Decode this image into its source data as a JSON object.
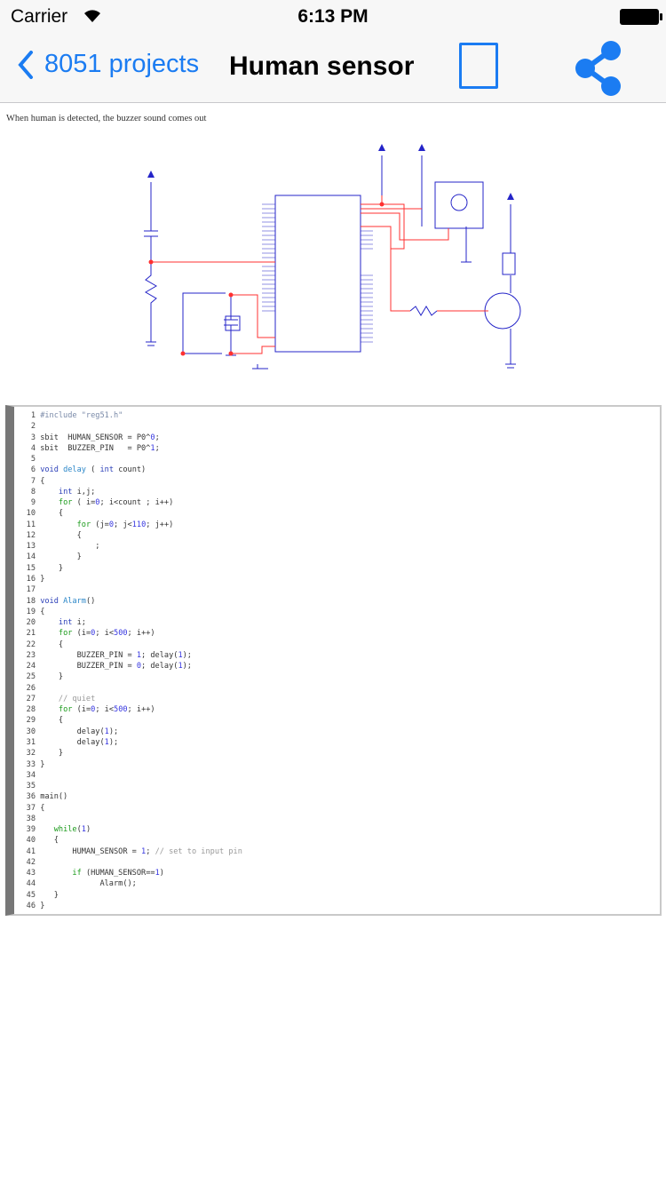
{
  "status_bar": {
    "carrier": "Carrier",
    "time": "6:13 PM"
  },
  "nav": {
    "back_label": "8051 projects",
    "title": "Human sensor",
    "icons": [
      "chevron-left-icon",
      "bookmark-icon",
      "share-icon"
    ]
  },
  "description": "When human is detected, the buzzer sound comes out",
  "colors": {
    "accent": "#1b7cf2",
    "wire": "#ff3030",
    "schematic": "#2424c8"
  },
  "code_lines": [
    [
      [
        "#include \"reg51.h\"",
        "pp"
      ]
    ],
    [],
    [
      [
        "sbit  HUMAN_SENSOR = P0^",
        ""
      ],
      [
        "0",
        "num"
      ],
      [
        ";",
        ""
      ]
    ],
    [
      [
        "sbit  BUZZER_PIN   = P0^",
        ""
      ],
      [
        "1",
        "num"
      ],
      [
        ";",
        ""
      ]
    ],
    [],
    [
      [
        "void",
        "kw"
      ],
      [
        " ",
        ""
      ],
      [
        "delay",
        "fn"
      ],
      [
        " ( ",
        ""
      ],
      [
        "int",
        "kw"
      ],
      [
        " count)",
        ""
      ]
    ],
    [
      [
        "{",
        ""
      ]
    ],
    [
      [
        "    ",
        ""
      ],
      [
        "int",
        "kw"
      ],
      [
        " i,j;",
        ""
      ]
    ],
    [
      [
        "    ",
        ""
      ],
      [
        "for",
        "ctl"
      ],
      [
        " ( i=",
        ""
      ],
      [
        "0",
        "num"
      ],
      [
        "; i<count ; i++)",
        ""
      ]
    ],
    [
      [
        "    {",
        ""
      ]
    ],
    [
      [
        "        ",
        ""
      ],
      [
        "for",
        "ctl"
      ],
      [
        " (j=",
        ""
      ],
      [
        "0",
        "num"
      ],
      [
        "; j<",
        ""
      ],
      [
        "110",
        "num"
      ],
      [
        "; j++)",
        ""
      ]
    ],
    [
      [
        "        {",
        ""
      ]
    ],
    [
      [
        "            ;",
        ""
      ]
    ],
    [
      [
        "        }",
        ""
      ]
    ],
    [
      [
        "    }",
        ""
      ]
    ],
    [
      [
        "}",
        ""
      ]
    ],
    [],
    [
      [
        "void",
        "kw"
      ],
      [
        " ",
        ""
      ],
      [
        "Alarm",
        "fn"
      ],
      [
        "()",
        ""
      ]
    ],
    [
      [
        "{",
        ""
      ]
    ],
    [
      [
        "    ",
        ""
      ],
      [
        "int",
        "kw"
      ],
      [
        " i;",
        ""
      ]
    ],
    [
      [
        "    ",
        ""
      ],
      [
        "for",
        "ctl"
      ],
      [
        " (i=",
        ""
      ],
      [
        "0",
        "num"
      ],
      [
        "; i<",
        ""
      ],
      [
        "500",
        "num"
      ],
      [
        "; i++)",
        ""
      ]
    ],
    [
      [
        "    {",
        ""
      ]
    ],
    [
      [
        "        BUZZER_PIN = ",
        ""
      ],
      [
        "1",
        "num"
      ],
      [
        "; delay(",
        ""
      ],
      [
        "1",
        "num"
      ],
      [
        ");",
        ""
      ]
    ],
    [
      [
        "        BUZZER_PIN = ",
        ""
      ],
      [
        "0",
        "num"
      ],
      [
        "; delay(",
        ""
      ],
      [
        "1",
        "num"
      ],
      [
        ");",
        ""
      ]
    ],
    [
      [
        "    }",
        ""
      ]
    ],
    [],
    [
      [
        "    ",
        ""
      ],
      [
        "// quiet",
        "cm"
      ]
    ],
    [
      [
        "    ",
        ""
      ],
      [
        "for",
        "ctl"
      ],
      [
        " (i=",
        ""
      ],
      [
        "0",
        "num"
      ],
      [
        "; i<",
        ""
      ],
      [
        "500",
        "num"
      ],
      [
        "; i++)",
        ""
      ]
    ],
    [
      [
        "    {",
        ""
      ]
    ],
    [
      [
        "        delay(",
        ""
      ],
      [
        "1",
        "num"
      ],
      [
        ");",
        ""
      ]
    ],
    [
      [
        "        delay(",
        ""
      ],
      [
        "1",
        "num"
      ],
      [
        ");",
        ""
      ]
    ],
    [
      [
        "    }",
        ""
      ]
    ],
    [
      [
        "}",
        ""
      ]
    ],
    [],
    [],
    [
      [
        "main()",
        ""
      ]
    ],
    [
      [
        "{",
        ""
      ]
    ],
    [],
    [
      [
        "   ",
        ""
      ],
      [
        "while",
        "ctl"
      ],
      [
        "(",
        ""
      ],
      [
        "1",
        "num"
      ],
      [
        ")",
        ""
      ]
    ],
    [
      [
        "   {",
        ""
      ]
    ],
    [
      [
        "       HUMAN_SENSOR = ",
        ""
      ],
      [
        "1",
        "num"
      ],
      [
        "; ",
        ""
      ],
      [
        "// set to input pin",
        "cm"
      ]
    ],
    [],
    [
      [
        "       ",
        ""
      ],
      [
        "if",
        "ctl"
      ],
      [
        " (HUMAN_SENSOR==",
        ""
      ],
      [
        "1",
        "num"
      ],
      [
        ")",
        ""
      ]
    ],
    [
      [
        "             Alarm();",
        ""
      ]
    ],
    [
      [
        "   }",
        ""
      ]
    ],
    [
      [
        "}",
        ""
      ]
    ]
  ]
}
